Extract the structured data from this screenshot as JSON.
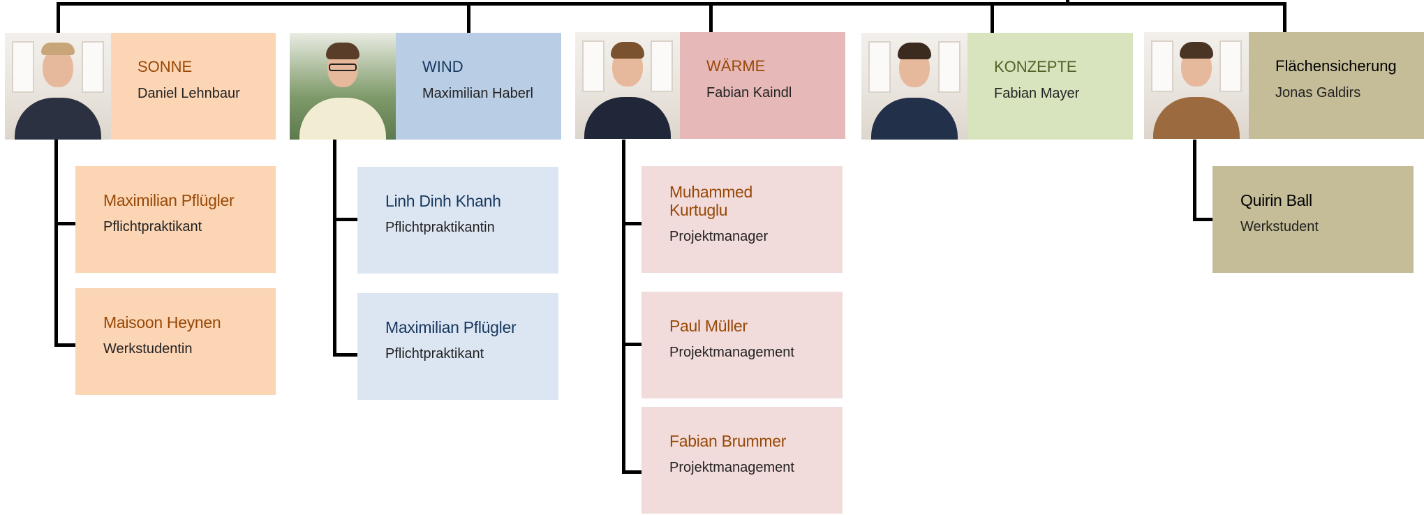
{
  "teams": [
    {
      "id": "sonne",
      "name": "SONNE",
      "lead": "Daniel Lehnbaur",
      "colors": {
        "head_bg": "#fcd5b5",
        "member_bg": "#fcd5b5",
        "title": "#974806"
      },
      "members": [
        {
          "name": "Maximilian Pflügler",
          "role": "Pflichtpraktikant"
        },
        {
          "name": "Maisoon Heynen",
          "role": "Werkstudentin"
        }
      ]
    },
    {
      "id": "wind",
      "name": "WIND",
      "lead": "Maximilian Haberl",
      "colors": {
        "head_bg": "#b9cde5",
        "member_bg": "#dce6f2",
        "title": "#17375e"
      },
      "members": [
        {
          "name": "Linh Dinh Khanh",
          "role": "Pflichtpraktikantin"
        },
        {
          "name": "Maximilian Pflügler",
          "role": "Pflichtpraktikant"
        }
      ]
    },
    {
      "id": "waerme",
      "name": "WÄRME",
      "lead": "Fabian Kaindl",
      "colors": {
        "head_bg": "#e6b9b8",
        "member_bg": "#f2dcdb",
        "title": "#974806"
      },
      "members": [
        {
          "name": "Muhammed Kurtuglu",
          "role": "Projektmanager"
        },
        {
          "name": "Paul Müller",
          "role": "Projektmanagement"
        },
        {
          "name": "Fabian Brummer",
          "role": "Projektmanagement"
        }
      ]
    },
    {
      "id": "konzepte",
      "name": "KONZEPTE",
      "lead": "Fabian Mayer",
      "colors": {
        "head_bg": "#d7e4bd",
        "member_bg": "#d7e4bd",
        "title": "#4f6228"
      },
      "members": []
    },
    {
      "id": "flaechensicherung",
      "name": "Flächensicherung",
      "lead": "Jonas Galdirs",
      "colors": {
        "head_bg": "#c4bd97",
        "member_bg": "#c4bd97",
        "title": "#000000"
      },
      "members": [
        {
          "name": "Quirin Ball",
          "role": "Werkstudent"
        }
      ]
    }
  ]
}
